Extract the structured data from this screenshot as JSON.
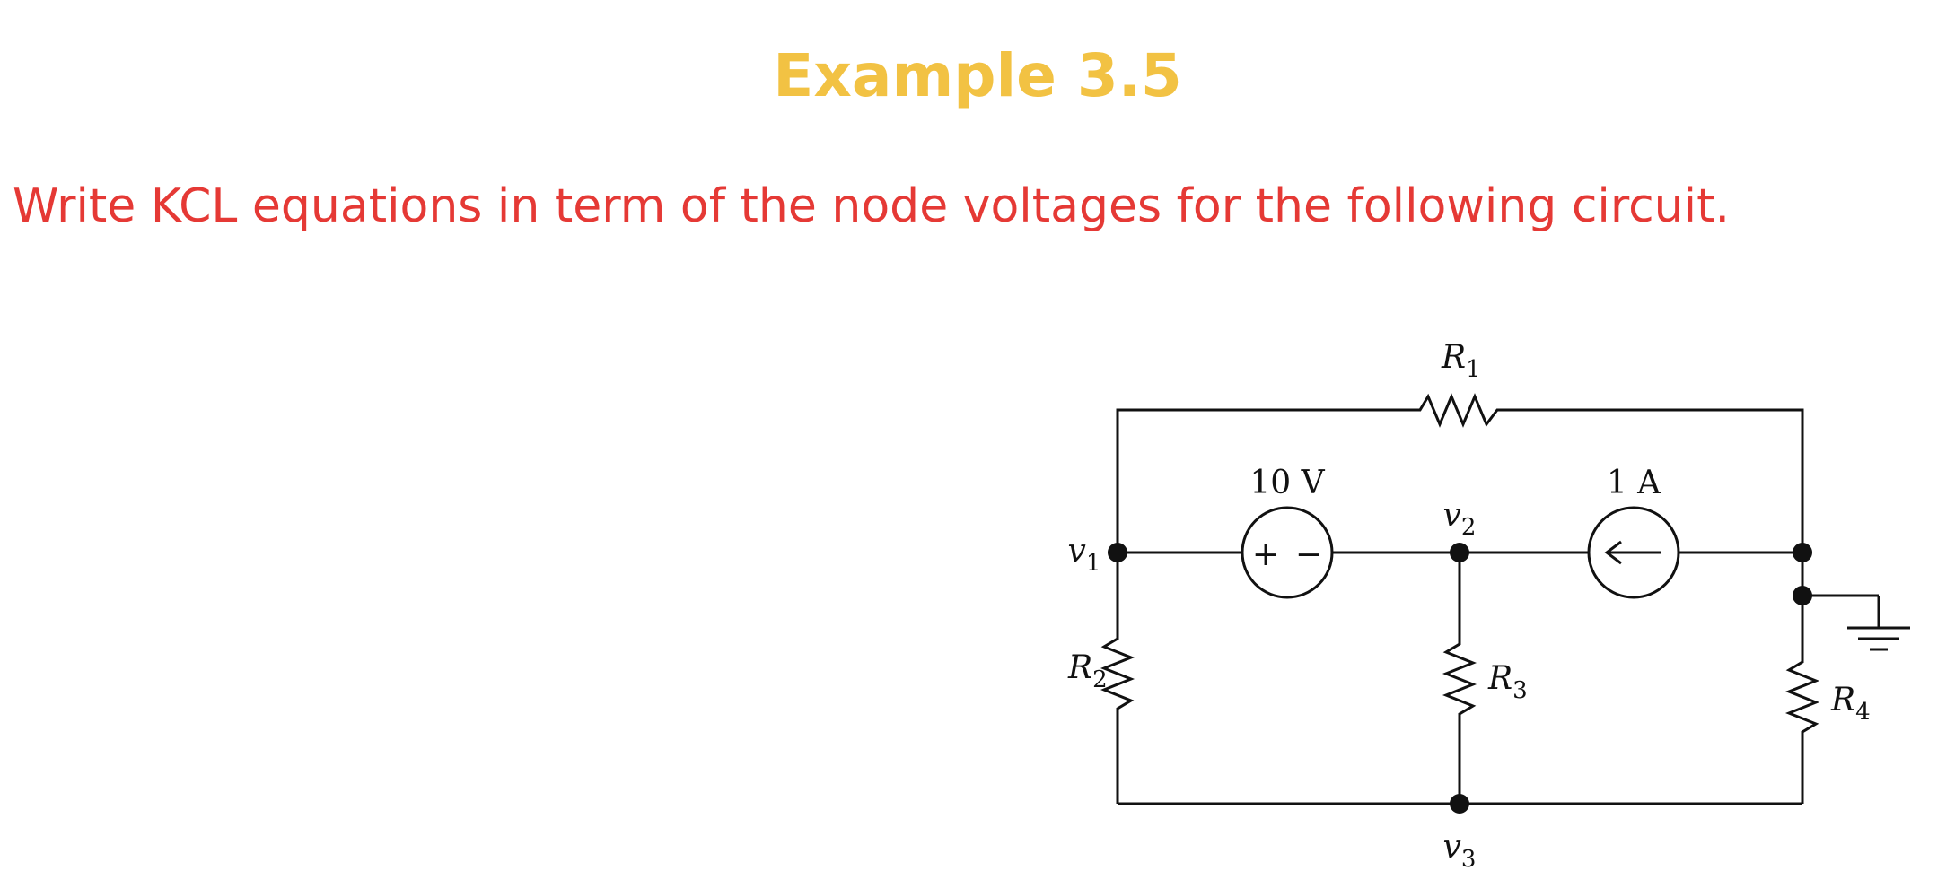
{
  "slide": {
    "title": "Example 3.5",
    "prompt": "Write KCL equations in term of the node voltages for the following circuit."
  },
  "circuit": {
    "voltage_source": {
      "value": "10 V",
      "plus": "+",
      "minus": "−"
    },
    "current_source": {
      "value": "1 A"
    },
    "resistors": [
      {
        "symbol": "R",
        "sub": "1"
      },
      {
        "symbol": "R",
        "sub": "2"
      },
      {
        "symbol": "R",
        "sub": "3"
      },
      {
        "symbol": "R",
        "sub": "4"
      }
    ],
    "nodes": [
      {
        "symbol": "v",
        "sub": "1"
      },
      {
        "symbol": "v",
        "sub": "2"
      },
      {
        "symbol": "v",
        "sub": "3"
      }
    ]
  },
  "colors": {
    "title": "#f2c243",
    "prompt": "#e53935",
    "ink": "#111111"
  }
}
